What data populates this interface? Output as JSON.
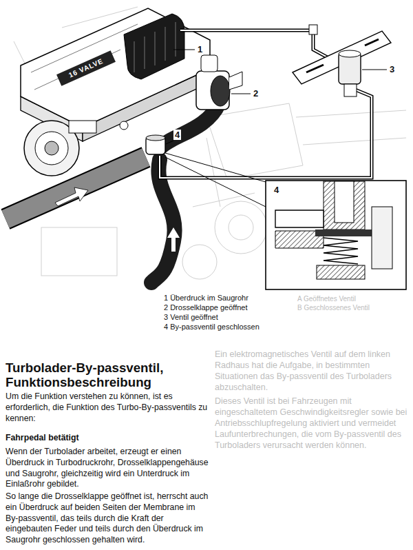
{
  "diagram": {
    "title": "Turbolader-By-passventil, Funktionsbeschreibung",
    "labels": [
      "16 VALVE",
      "1",
      "2",
      "3",
      "4",
      "4",
      "1 Überdruck im Saugrohr",
      "2 Drosselklappe geöffnet",
      "3 Ventil geöffnet",
      "4 By-passventil geschlossen",
      "A Geöffnetes Ventil",
      "B Geschlossenes Ventil",
      "Um die Funktion verstehen zu können, ist es erforderlich, die Funktion des Turbo-By-passventils zu kennen:",
      "Fahrpedal betätigt",
      "Wenn der Turbolader arbeitet, erzeugt er einen Überdruck in Turbodruckrohr, Drosselklappengehäuse und Saugrohr, gleichzeitig wird ein Unterdruck im Einlaßrohr gebildet.",
      "So lange die Drosselklappe geöffnet ist, herrscht auch ein Überdruck auf beiden Seiten der Membrane im By-passventil, das teils durch die Kraft der eingebauten Feder und teils durch den Überdruck im Saugrohr geschlossen gehalten wird.",
      "Ein elektromagnetisches Ventil auf dem linken Radhaus hat die Aufgabe, in bestimmten Situationen das By-passventil des Turboladers abzuschalten.",
      "Dieses Ventil ist bei Fahrzeugen mit eingeschaltetem Geschwindigkeitsregler sowie bei Antriebsschlupfregelung aktiviert und vermeidet Laufunterbrechungen, die vom By-passventil des Turboladers verursacht werden können."
    ]
  }
}
